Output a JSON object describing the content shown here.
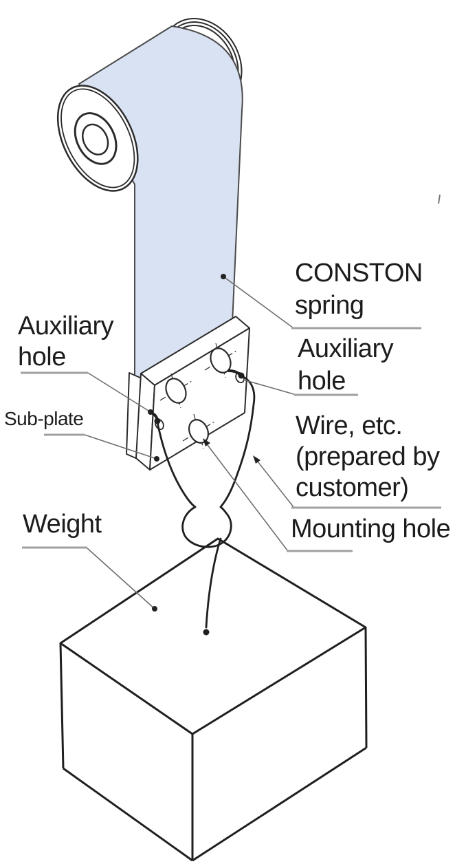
{
  "diagram": {
    "kind": "isometric technical illustration",
    "labels": {
      "conston_spring": {
        "lines": [
          "CONSTON",
          "spring"
        ]
      },
      "aux_hole_right": {
        "lines": [
          "Auxiliary",
          "hole"
        ]
      },
      "aux_hole_left": {
        "lines": [
          "Auxiliary",
          "hole"
        ]
      },
      "sub_plate": {
        "lines": [
          "Sub-plate"
        ]
      },
      "wire_etc": {
        "lines": [
          "Wire, etc.",
          "(prepared by",
          "customer)"
        ]
      },
      "mounting_hole": {
        "lines": [
          "Mounting hole"
        ]
      },
      "weight": {
        "lines": [
          "Weight"
        ]
      }
    },
    "colors": {
      "spring_fill": "#d9e2f2",
      "outline": "#2b2b2b",
      "wire": "#1f1f1f",
      "leader": "#6e6e6e",
      "underline": "#a0a0a0",
      "text": "#1c1c1c",
      "background": "#ffffff"
    }
  }
}
